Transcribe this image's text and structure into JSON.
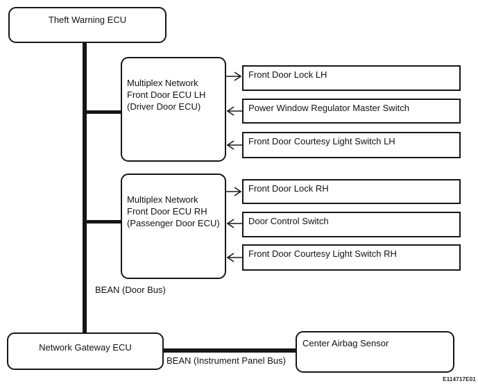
{
  "diagram_code": "E114717E01",
  "colors": {
    "line": "#161616",
    "background": "#ffffff"
  },
  "nodes": {
    "theft_warning_ecu": "Theft Warning ECU",
    "multiplex_lh": [
      "Multiplex Network",
      "Front Door ECU LH",
      "(Driver Door ECU)"
    ],
    "multiplex_rh": [
      "Multiplex Network",
      "Front Door ECU RH",
      "(Passenger Door ECU)"
    ],
    "front_door_lock_lh": "Front Door Lock LH",
    "power_window_regulator_master_switch": "Power Window Regulator Master Switch",
    "front_door_courtesy_light_switch_lh": "Front Door Courtesy Light Switch LH",
    "front_door_lock_rh": "Front Door Lock RH",
    "door_control_switch": "Door Control Switch",
    "front_door_courtesy_light_switch_rh": "Front Door Courtesy Light Switch RH",
    "network_gateway_ecu": "Network Gateway ECU",
    "center_airbag_sensor": "Center Airbag Sensor"
  },
  "bus_labels": {
    "door_bus": "BEAN (Door Bus)",
    "instrument_panel_bus": "BEAN (Instrument Panel Bus)"
  },
  "edges": [
    {
      "from": "theft_warning_ecu",
      "to": "network_gateway_ecu",
      "type": "bus",
      "label": "BEAN (Door Bus)"
    },
    {
      "from": "bean_door_bus",
      "to": "multiplex_lh",
      "type": "bus"
    },
    {
      "from": "bean_door_bus",
      "to": "multiplex_rh",
      "type": "bus"
    },
    {
      "from": "multiplex_lh",
      "to": "front_door_lock_lh",
      "type": "arrow",
      "direction": "out"
    },
    {
      "from": "power_window_regulator_master_switch",
      "to": "multiplex_lh",
      "type": "arrow",
      "direction": "in"
    },
    {
      "from": "front_door_courtesy_light_switch_lh",
      "to": "multiplex_lh",
      "type": "arrow",
      "direction": "in"
    },
    {
      "from": "multiplex_rh",
      "to": "front_door_lock_rh",
      "type": "arrow",
      "direction": "out"
    },
    {
      "from": "door_control_switch",
      "to": "multiplex_rh",
      "type": "arrow",
      "direction": "in"
    },
    {
      "from": "front_door_courtesy_light_switch_rh",
      "to": "multiplex_rh",
      "type": "arrow",
      "direction": "in"
    },
    {
      "from": "network_gateway_ecu",
      "to": "center_airbag_sensor",
      "type": "bus",
      "label": "BEAN (Instrument Panel Bus)"
    }
  ]
}
